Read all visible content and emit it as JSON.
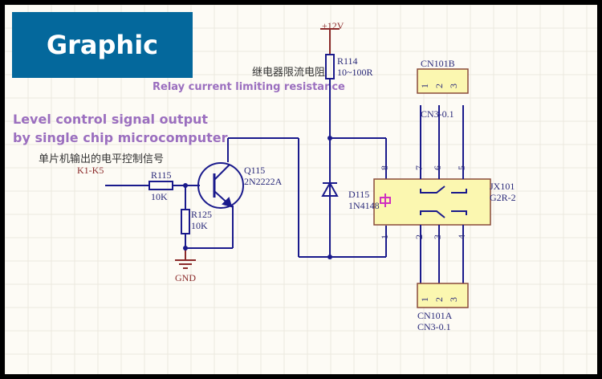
{
  "badge": {
    "title": "Graphic",
    "bg_color": "#04689c"
  },
  "annotations": {
    "relay_en": "Relay current limiting resistance",
    "relay_cn": "继电器限流电阻",
    "signal_en_line1": "Level control signal output",
    "signal_en_line2": "by single chip microcomputer",
    "signal_cn": "单片机输出的电平控制信号",
    "accent_color": "#9b6fbf"
  },
  "components": {
    "power": {
      "label": "+12V"
    },
    "input": {
      "label": "K1-K5"
    },
    "r114": {
      "ref": "R114",
      "value": "10~100R"
    },
    "r115": {
      "ref": "R115",
      "value": "10K"
    },
    "r125": {
      "ref": "R125",
      "value": "10K"
    },
    "q115": {
      "ref": "Q115",
      "value": "2N2222A"
    },
    "d115": {
      "ref": "D115",
      "value": "1N4148"
    },
    "gnd": {
      "label": "GND"
    },
    "relay": {
      "ref": "JX101",
      "value": "G2R-2",
      "pins": [
        "8",
        "7",
        "6",
        "5",
        "1",
        "2",
        "3",
        "4"
      ]
    },
    "cn101b": {
      "ref": "CN101B",
      "value": "CN3-0.1",
      "pins": [
        "1",
        "2",
        "3"
      ]
    },
    "cn101a": {
      "ref": "CN101A",
      "value": "CN3-0.1",
      "pins": [
        "1",
        "2",
        "3"
      ]
    }
  }
}
